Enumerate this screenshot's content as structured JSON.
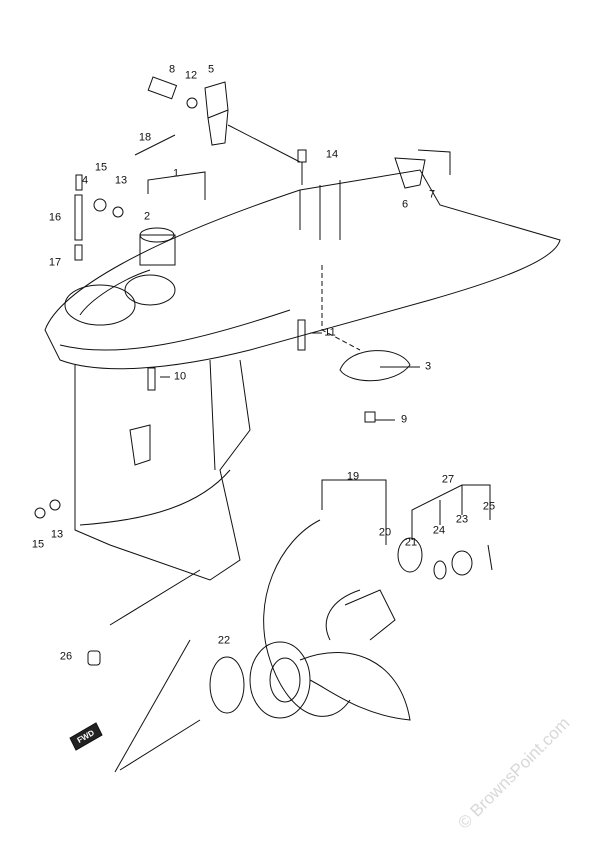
{
  "diagram": {
    "title": "Gear Case parts diagram",
    "watermark": "© BrownsPoint.com",
    "callouts": [
      {
        "id": "8",
        "label": "8"
      },
      {
        "id": "12",
        "label": "12"
      },
      {
        "id": "5",
        "label": "5"
      },
      {
        "id": "18",
        "label": "18"
      },
      {
        "id": "14",
        "label": "14"
      },
      {
        "id": "15a",
        "label": "15"
      },
      {
        "id": "4",
        "label": "4"
      },
      {
        "id": "13a",
        "label": "13"
      },
      {
        "id": "1",
        "label": "1"
      },
      {
        "id": "2",
        "label": "2"
      },
      {
        "id": "16",
        "label": "16"
      },
      {
        "id": "17",
        "label": "17"
      },
      {
        "id": "6",
        "label": "6"
      },
      {
        "id": "7",
        "label": "7"
      },
      {
        "id": "11",
        "label": "11"
      },
      {
        "id": "3",
        "label": "3"
      },
      {
        "id": "10",
        "label": "10"
      },
      {
        "id": "9",
        "label": "9"
      },
      {
        "id": "19",
        "label": "19"
      },
      {
        "id": "27",
        "label": "27"
      },
      {
        "id": "25",
        "label": "25"
      },
      {
        "id": "23",
        "label": "23"
      },
      {
        "id": "20",
        "label": "20"
      },
      {
        "id": "24",
        "label": "24"
      },
      {
        "id": "21",
        "label": "21"
      },
      {
        "id": "15b",
        "label": "15"
      },
      {
        "id": "13b",
        "label": "13"
      },
      {
        "id": "22",
        "label": "22"
      },
      {
        "id": "26",
        "label": "26"
      }
    ],
    "front_marker": "FWD"
  }
}
